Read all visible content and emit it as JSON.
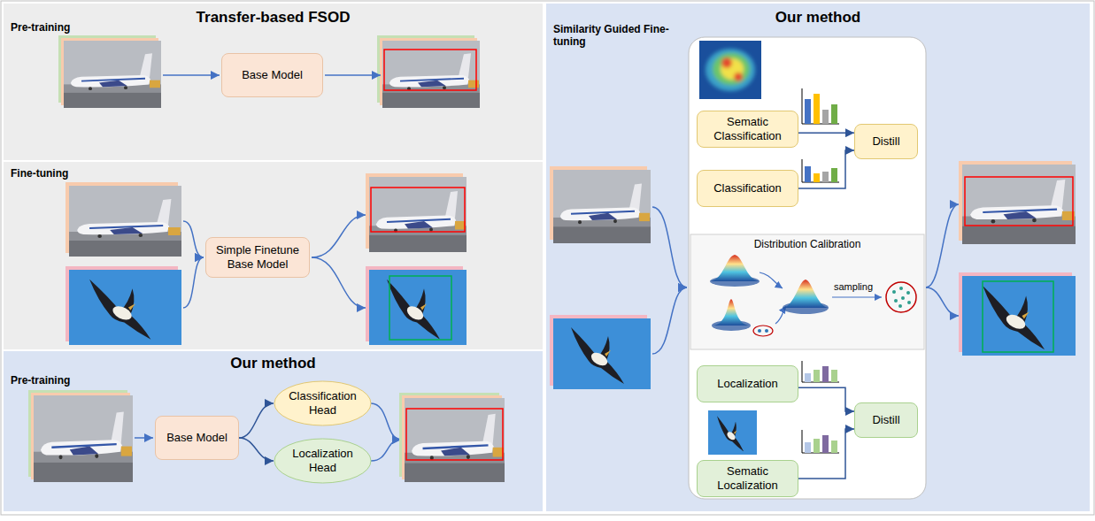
{
  "diagram": {
    "nodes": [
      {
        "text": [
          "Transfer-based FSOD",
          "Pre-training"
        ]
      },
      {
        "text": [
          "Base Model"
        ],
        "in": 0
      },
      {
        "text": [
          "Fine-tuning"
        ]
      },
      {
        "text": [
          "Simple Finetune Base Model"
        ],
        "in": 2
      },
      {
        "text": [
          "Our method",
          "Pre-training"
        ]
      },
      {
        "text": [
          "Base Model"
        ],
        "in": 4
      },
      {
        "text": [
          "Classification Head"
        ],
        "in": 4
      },
      {
        "text": [
          "Localization Head"
        ],
        "in": 4
      },
      {
        "text": [
          "Our method",
          "Similarity Guided Fine-tuning"
        ]
      },
      {
        "text": [
          "Sematic Classification"
        ],
        "in": 8
      },
      {
        "text": [
          "Classification"
        ],
        "in": 8
      },
      {
        "text": [
          "Distill"
        ],
        "in": 8
      },
      {
        "text": [
          "Distribution Calibration"
        ],
        "in": 8
      },
      {
        "text": [
          "Localization"
        ],
        "in": 8
      },
      {
        "text": [
          "Distill"
        ],
        "in": 8
      },
      {
        "text": [
          "Sematic Localization"
        ],
        "in": 8
      }
    ],
    "edges": [
      {
        "from": 5,
        "to": 6,
        "arrow": "to"
      },
      {
        "from": 5,
        "to": 7,
        "arrow": "to"
      },
      {
        "from": 9,
        "to": 11,
        "arrow": "to"
      },
      {
        "from": 10,
        "to": 11,
        "arrow": "to"
      },
      {
        "from": 13,
        "to": 14,
        "arrow": "to"
      },
      {
        "from": 15,
        "to": 14,
        "arrow": "to"
      }
    ],
    "labels": [
      "sampling"
    ]
  }
}
